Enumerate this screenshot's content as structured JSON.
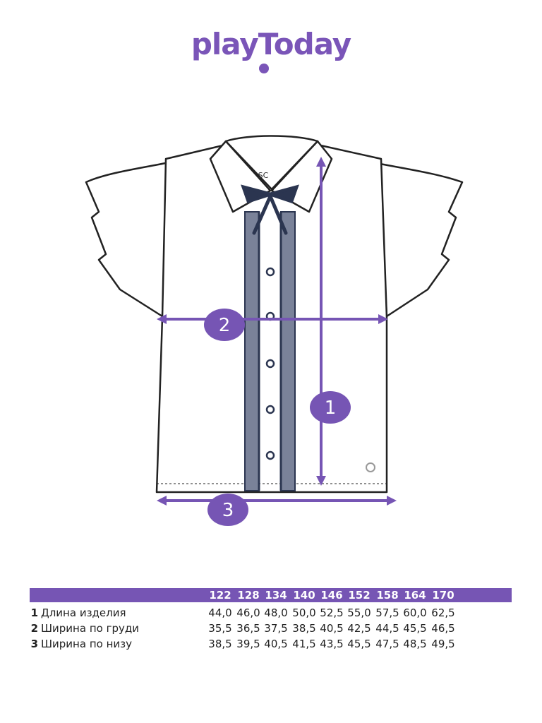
{
  "logo": "playToday",
  "colors": {
    "accent": "#7655b4",
    "outline": "#222222",
    "trim": "#2b3550"
  },
  "markers": [
    "1",
    "2",
    "3"
  ],
  "table": {
    "sizes": [
      "122",
      "128",
      "134",
      "140",
      "146",
      "152",
      "158",
      "164",
      "170"
    ],
    "rows": [
      {
        "num": "1",
        "label": "Длина изделия",
        "values": [
          "44,0",
          "46,0",
          "48,0",
          "50,0",
          "52,5",
          "55,0",
          "57,5",
          "60,0",
          "62,5"
        ]
      },
      {
        "num": "2",
        "label": "Ширина по груди",
        "values": [
          "35,5",
          "36,5",
          "37,5",
          "38,5",
          "40,5",
          "42,5",
          "44,5",
          "45,5",
          "46,5"
        ]
      },
      {
        "num": "3",
        "label": "Ширина по низу",
        "values": [
          "38,5",
          "39,5",
          "40,5",
          "41,5",
          "43,5",
          "45,5",
          "47,5",
          "48,5",
          "49,5"
        ]
      }
    ]
  }
}
